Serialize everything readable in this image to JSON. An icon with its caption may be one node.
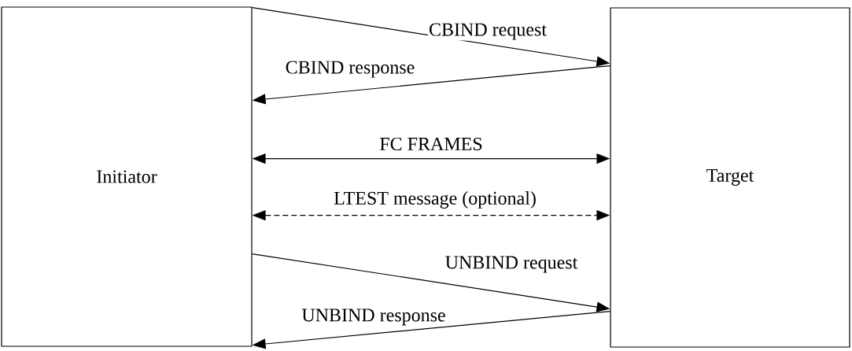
{
  "diagram": {
    "nodes": [
      {
        "text": [
          "Initiator"
        ]
      },
      {
        "text": [
          "Target"
        ]
      }
    ],
    "edges": [
      {
        "from": 0,
        "to": 1,
        "arrow": "to",
        "label": "CBIND request"
      },
      {
        "from": 1,
        "to": 0,
        "arrow": "to",
        "label": "CBIND response"
      },
      {
        "from": 0,
        "to": 1,
        "arrow": "both",
        "label": "FC FRAMES"
      },
      {
        "from": 0,
        "to": 1,
        "arrow": "both",
        "label": "LTEST message (optional)",
        "style": "dashed"
      },
      {
        "from": 0,
        "to": 1,
        "arrow": "to",
        "label": "UNBIND request"
      },
      {
        "from": 1,
        "to": 0,
        "arrow": "to",
        "label": "UNBIND response"
      }
    ]
  }
}
